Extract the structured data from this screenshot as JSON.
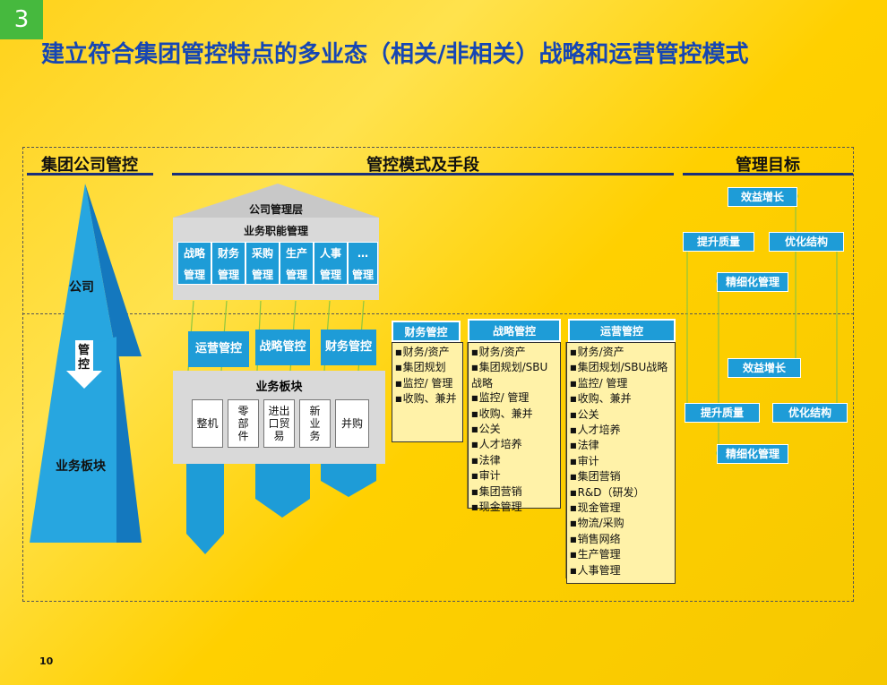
{
  "slide_number": "3",
  "title": "建立符合集团管控特点的多业态（相关/非相关）战略和运营管控模式",
  "headers": {
    "left": "集团公司管控",
    "middle": "管控模式及手段",
    "right": "管理目标"
  },
  "side": {
    "company": "公司",
    "control_char1": "管",
    "control_char2": "控",
    "segment": "业务板块"
  },
  "hq": {
    "label": "公司管理层",
    "function_label": "业务职能管理",
    "functions": [
      {
        "top": "战略",
        "bottom": "管理"
      },
      {
        "top": "财务",
        "bottom": "管理"
      },
      {
        "top": "采购",
        "bottom": "管理"
      },
      {
        "top": "生产",
        "bottom": "管理"
      },
      {
        "top": "人事",
        "bottom": "管理"
      },
      {
        "top": "…",
        "bottom": "管理"
      }
    ]
  },
  "modes": [
    "运营管控",
    "战略管控",
    "财务管控"
  ],
  "segments": {
    "label": "业务板块",
    "items": [
      "整机",
      "零部件",
      "进出口贸易",
      "新业务",
      "并购"
    ]
  },
  "columns": [
    {
      "title": "财务管控",
      "items": [
        "财务/资产",
        "集团规划",
        "监控/ 管理",
        "收购、兼并"
      ]
    },
    {
      "title": "战略管控",
      "items": [
        "财务/资产",
        "集团规划/SBU战略",
        "监控/ 管理",
        "收购、兼并",
        "公关",
        "人才培养",
        "法律",
        "审计",
        "集团营销",
        "现金管理"
      ]
    },
    {
      "title": "运营管控",
      "items": [
        "财务/资产",
        "集团规划/SBU战略",
        "监控/ 管理",
        "收购、兼并",
        "公关",
        "人才培养",
        "法律",
        "审计",
        "集团营销",
        "R&D（研发）",
        "现金管理",
        "物流/采购",
        "销售网络",
        "生产管理",
        "人事管理"
      ]
    }
  ],
  "goals_top": {
    "benefit": "效益增长",
    "quality": "提升质量",
    "structure": "优化结构",
    "refine": "精细化管理"
  },
  "goals_bottom": {
    "benefit": "效益增长",
    "quality": "提升质量",
    "structure": "优化结构",
    "refine": "精细化管理"
  },
  "colors": {
    "accent_blue": "#1E9CD7",
    "title_blue": "#1646B3",
    "slide_green": "#46B93E",
    "connector_green": "#8DC63F",
    "background_yellow": "#FFD21A"
  },
  "page_number": "10"
}
